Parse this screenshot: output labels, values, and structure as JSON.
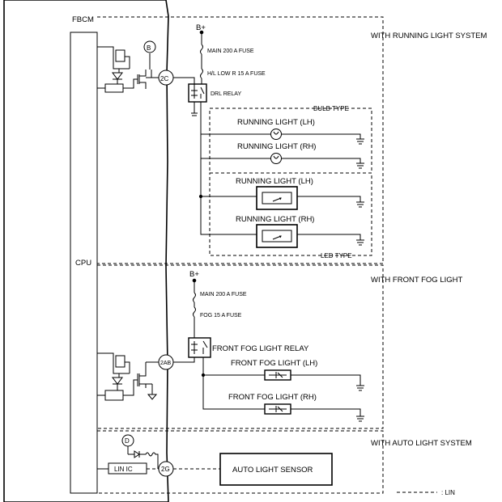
{
  "unit_label": "FBCM",
  "cpu_label": "CPU",
  "power_label": "B+",
  "sections": {
    "running": {
      "title": "WITH RUNNING LIGHT SYSTEM",
      "fuse_main": "MAIN 200 A FUSE",
      "fuse_sub": "H/L LOW R 15 A FUSE",
      "relay": "DRL RELAY",
      "bulb_type": "BULB TYPE",
      "led_type": "LED TYPE",
      "bulb_lh": "RUNNING LIGHT (LH)",
      "bulb_rh": "RUNNING LIGHT (RH)",
      "led_lh": "RUNNING LIGHT (LH)",
      "led_rh": "RUNNING LIGHT (RH)",
      "connector": "2C",
      "marker": "B"
    },
    "fog": {
      "title": "WITH FRONT FOG LIGHT",
      "fuse_main": "MAIN 200 A FUSE",
      "fuse_sub": "FOG 15 A FUSE",
      "relay": "FRONT FOG LIGHT RELAY",
      "lamp_lh": "FRONT FOG LIGHT (LH)",
      "lamp_rh": "FRONT FOG LIGHT (RH)",
      "connector": "2AB"
    },
    "auto": {
      "title": "WITH AUTO LIGHT SYSTEM",
      "chip": "LIN IC",
      "sensor": "AUTO LIGHT SENSOR",
      "connector": "2G",
      "marker": "D"
    }
  },
  "legend": {
    "lin": ": LIN"
  }
}
